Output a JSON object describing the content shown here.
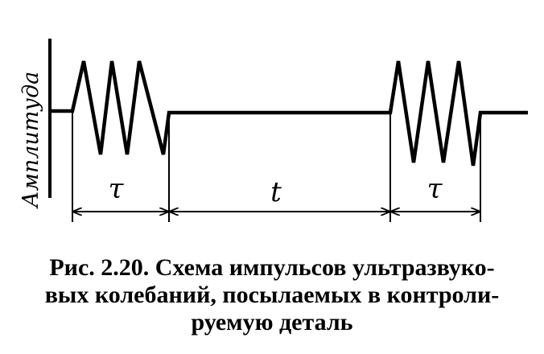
{
  "diagram": {
    "axis_label": "Амплитуда",
    "interval_labels": {
      "pulse_left": "τ",
      "gap": "t",
      "pulse_right": "τ"
    }
  },
  "caption": {
    "lines": [
      "Рис. 2.20. Схема импульсов ультразвуко-",
      "вых колебаний, посылаемых в контроли-",
      "руемую деталь"
    ]
  }
}
